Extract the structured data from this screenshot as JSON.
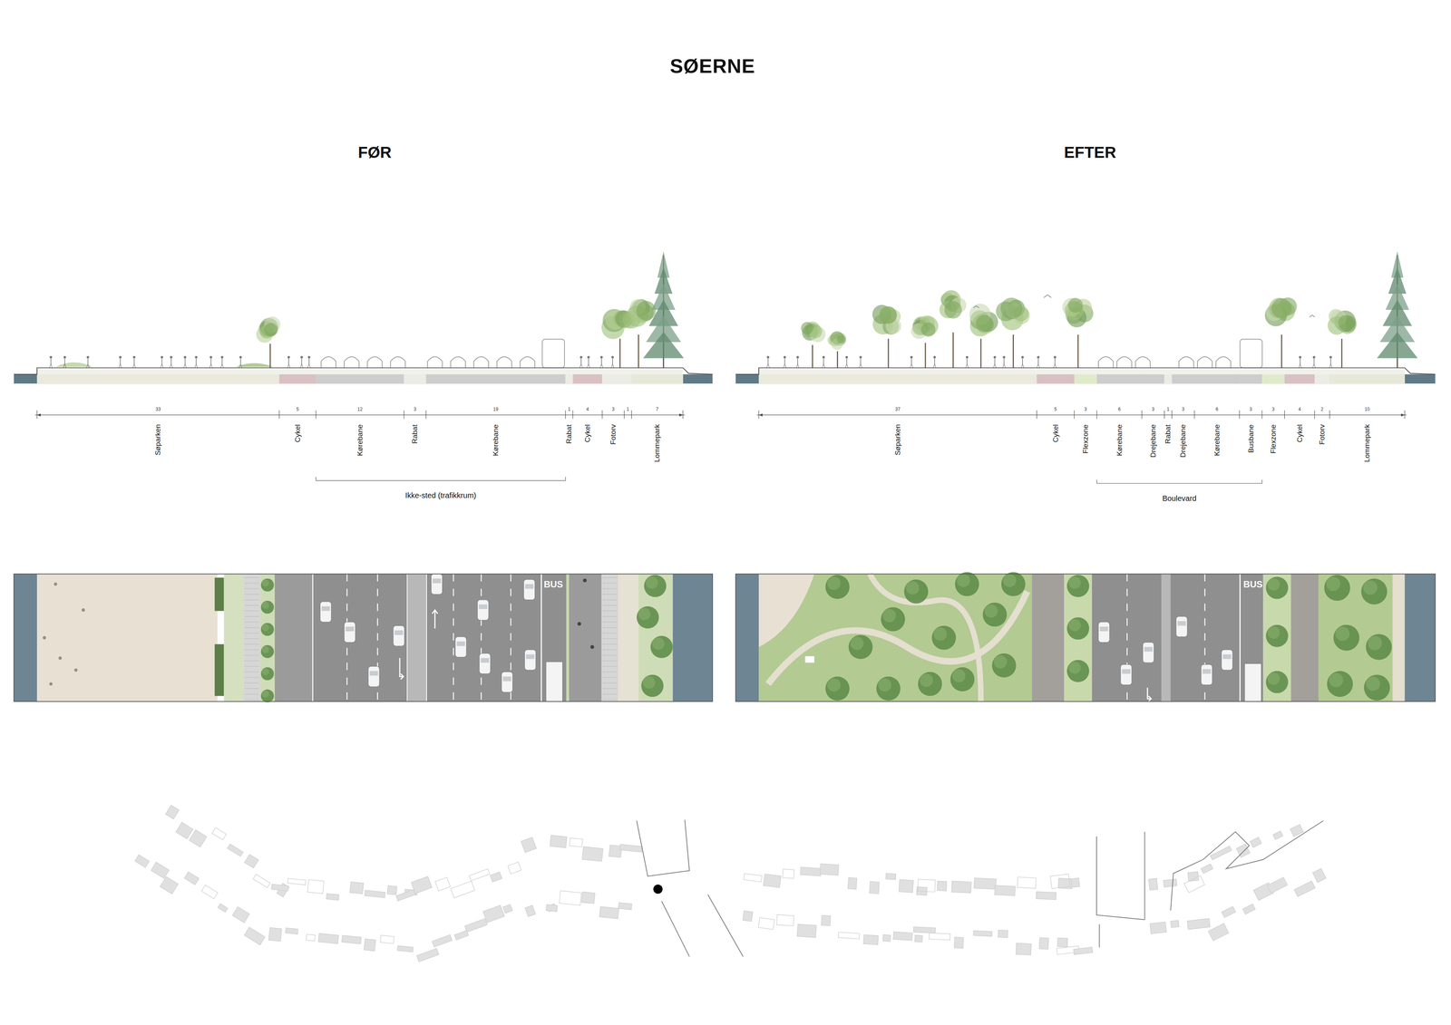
{
  "diagram": {
    "title": "SØERNE",
    "labels": [
      "FØR",
      "EFTER",
      "33",
      "5",
      "12",
      "3",
      "19",
      "1",
      "4",
      "3",
      "1",
      "7",
      "Søparken",
      "Cykel",
      "Kørebane",
      "Rabat",
      "Kørebane",
      "Rabat",
      "Cykel",
      "Fotorv",
      "Lommepark",
      "Ikke-sted (trafikkrum)",
      "37",
      "5",
      "3",
      "6",
      "3",
      "1",
      "3",
      "6",
      "3",
      "3",
      "4",
      "2",
      "10",
      "Søparken",
      "Cykel",
      "Flexzone",
      "Kørebane",
      "Drejebane",
      "Rabat",
      "Drejebane",
      "Kørebane",
      "Busbane",
      "Flexzone",
      "Cykel",
      "Fotorv",
      "Lommepark",
      "Boulevard",
      "BUS",
      "BUS"
    ]
  }
}
